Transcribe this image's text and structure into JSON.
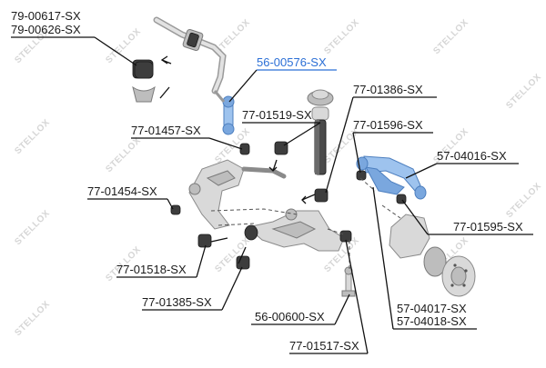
{
  "watermark": "STELLOX",
  "parts": {
    "p1": "79-00617-SX",
    "p2": "79-00626-SX",
    "p3": "56-00576-SX",
    "p4": "77-01386-SX",
    "p5": "77-01519-SX",
    "p6": "77-01457-SX",
    "p7": "77-01596-SX",
    "p8": "57-04016-SX",
    "p9": "77-01454-SX",
    "p10": "77-01595-SX",
    "p11": "77-01518-SX",
    "p12": "77-01385-SX",
    "p13": "56-00600-SX",
    "p14": "57-04017-SX",
    "p15": "57-04018-SX",
    "p16": "77-01517-SX"
  },
  "colors": {
    "label": "#1a1a1a",
    "highlight": "#2b6fd6",
    "watermark": "#d6d6d6"
  }
}
